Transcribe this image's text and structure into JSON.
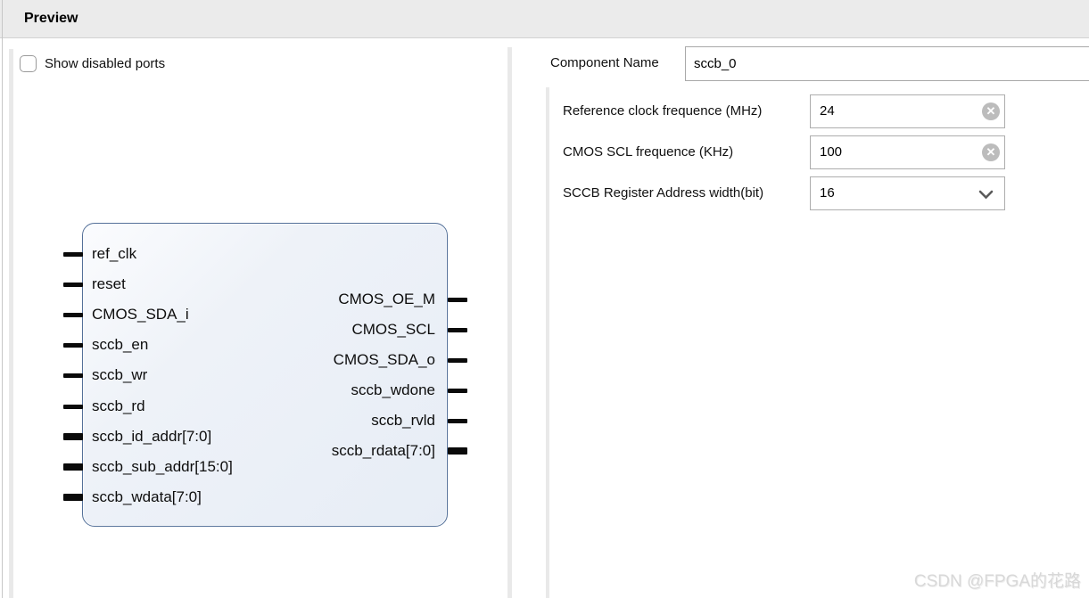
{
  "header": {
    "title": "Preview"
  },
  "left_panel": {
    "show_disabled_ports_label": "Show disabled ports",
    "show_disabled_ports_checked": false
  },
  "block_diagram": {
    "input_ports": [
      {
        "name": "ref_clk",
        "bus": false
      },
      {
        "name": "reset",
        "bus": false
      },
      {
        "name": "CMOS_SDA_i",
        "bus": false
      },
      {
        "name": "sccb_en",
        "bus": false
      },
      {
        "name": "sccb_wr",
        "bus": false
      },
      {
        "name": "sccb_rd",
        "bus": false
      },
      {
        "name": "sccb_id_addr[7:0]",
        "bus": true
      },
      {
        "name": "sccb_sub_addr[15:0]",
        "bus": true
      },
      {
        "name": "sccb_wdata[7:0]",
        "bus": true
      }
    ],
    "output_ports": [
      {
        "name": "CMOS_OE_M",
        "bus": false
      },
      {
        "name": "CMOS_SCL",
        "bus": false
      },
      {
        "name": "CMOS_SDA_o",
        "bus": false
      },
      {
        "name": "sccb_wdone",
        "bus": false
      },
      {
        "name": "sccb_rvld",
        "bus": false
      },
      {
        "name": "sccb_rdata[7:0]",
        "bus": true
      }
    ],
    "colors": {
      "border": "#547099",
      "fill": "#eef2f8",
      "stub": "#0a0a0a"
    }
  },
  "right_panel": {
    "component_name_label": "Component Name",
    "component_name_value": "sccb_0",
    "parameters": [
      {
        "label": "Reference clock frequence (MHz)",
        "value": "24",
        "control": "text-clearable"
      },
      {
        "label": "CMOS SCL frequence (KHz)",
        "value": "100",
        "control": "text-clearable"
      },
      {
        "label": "SCCB Register Address width(bit)",
        "value": "16",
        "control": "dropdown"
      }
    ],
    "clear_icon_glyph": "✕"
  },
  "watermark": "CSDN @FPGA的花路"
}
